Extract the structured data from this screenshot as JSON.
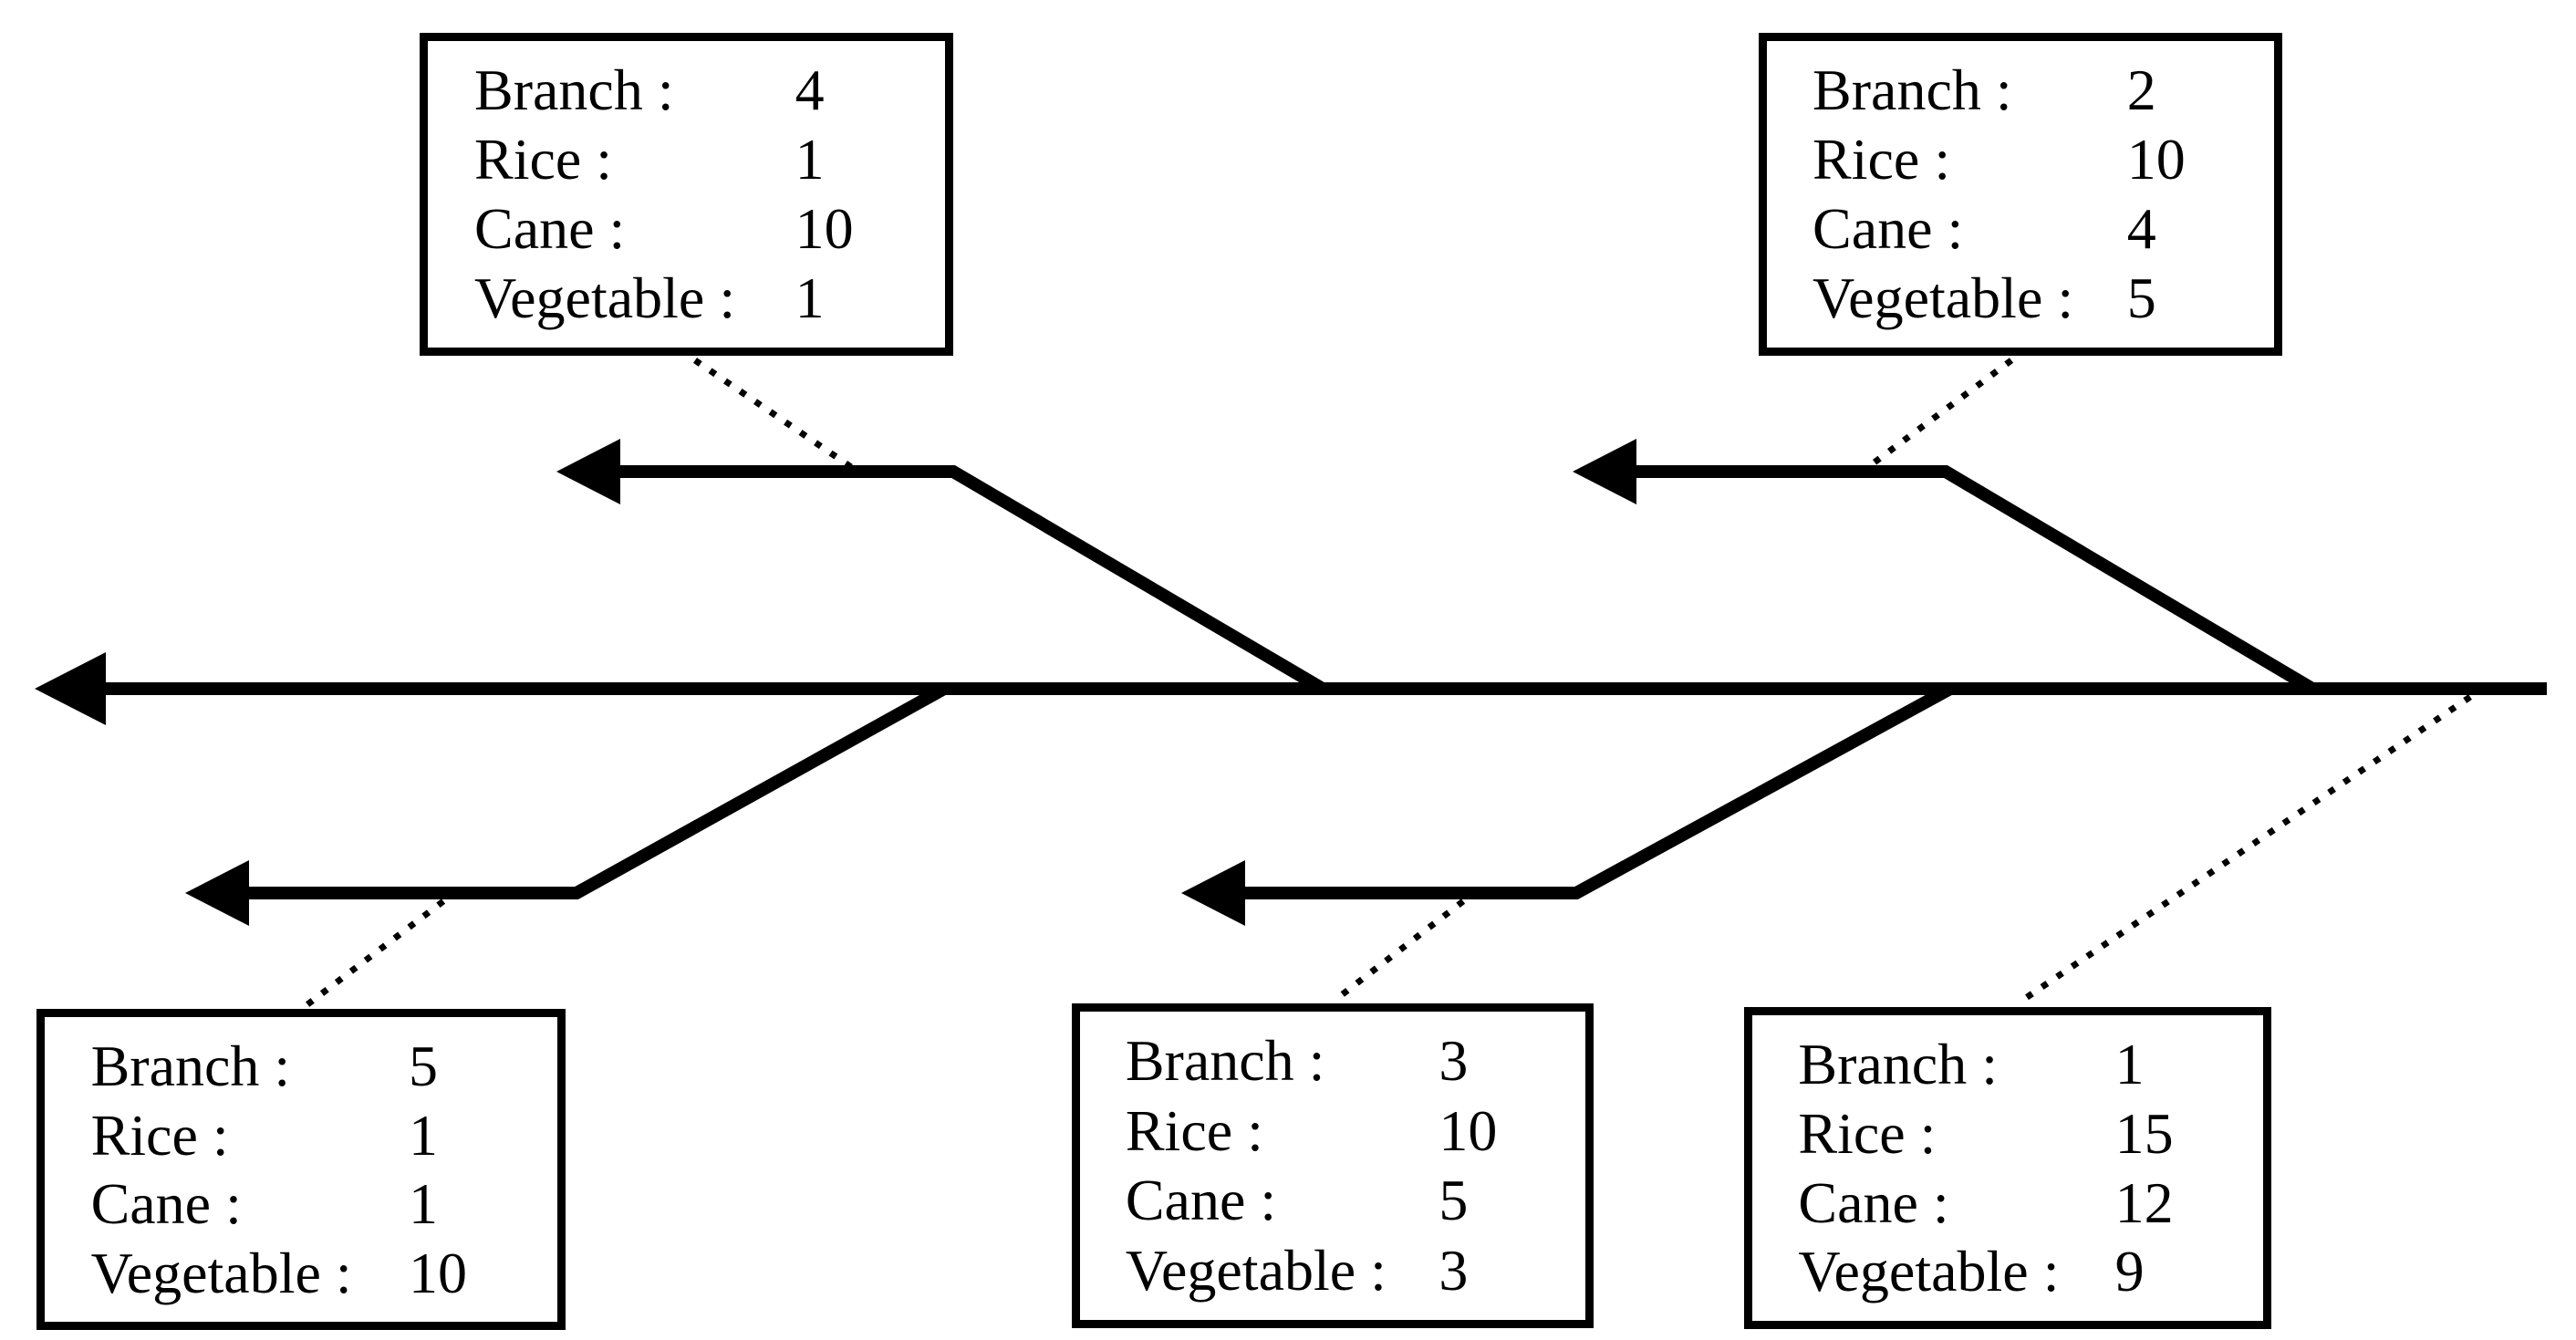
{
  "diagram": {
    "type": "fishbone-branch-diagram",
    "background_color": "#ffffff",
    "line_color": "#000000",
    "box_border_color": "#000000",
    "text_color": "#000000",
    "field_labels": [
      "Branch :",
      "Rice :",
      "Cane :",
      "Vegetable :"
    ]
  },
  "boxes": [
    {
      "id": "top-left",
      "rows": [
        {
          "label": "Branch :",
          "value": "4"
        },
        {
          "label": "Rice :",
          "value": "1"
        },
        {
          "label": "Cane :",
          "value": "10"
        },
        {
          "label": "Vegetable :",
          "value": "1"
        }
      ]
    },
    {
      "id": "top-right",
      "rows": [
        {
          "label": "Branch :",
          "value": "2"
        },
        {
          "label": "Rice :",
          "value": "10"
        },
        {
          "label": "Cane :",
          "value": "4"
        },
        {
          "label": "Vegetable :",
          "value": "5"
        }
      ]
    },
    {
      "id": "bottom-left",
      "rows": [
        {
          "label": "Branch :",
          "value": "5"
        },
        {
          "label": "Rice :",
          "value": "1"
        },
        {
          "label": "Cane :",
          "value": "1"
        },
        {
          "label": "Vegetable :",
          "value": "10"
        }
      ]
    },
    {
      "id": "bottom-middle",
      "rows": [
        {
          "label": "Branch :",
          "value": "3"
        },
        {
          "label": "Rice :",
          "value": "10"
        },
        {
          "label": "Cane :",
          "value": "5"
        },
        {
          "label": "Vegetable :",
          "value": "3"
        }
      ]
    },
    {
      "id": "bottom-right",
      "rows": [
        {
          "label": "Branch :",
          "value": "1"
        },
        {
          "label": "Rice :",
          "value": "15"
        },
        {
          "label": "Cane :",
          "value": "12"
        },
        {
          "label": "Vegetable :",
          "value": "9"
        }
      ]
    }
  ]
}
